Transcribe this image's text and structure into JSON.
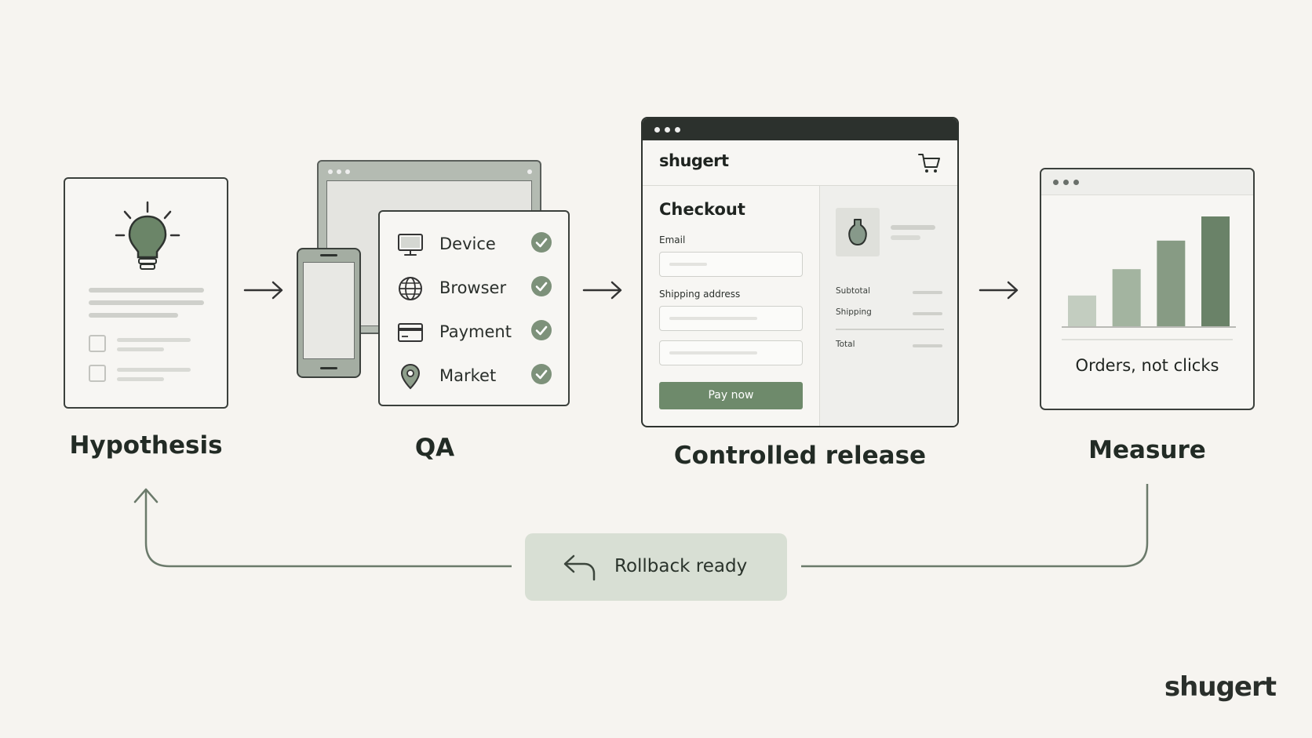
{
  "stages": {
    "hypothesis": {
      "label": "Hypothesis"
    },
    "qa": {
      "label": "QA",
      "checks": [
        {
          "label": "Device",
          "icon": "monitor-icon"
        },
        {
          "label": "Browser",
          "icon": "globe-icon"
        },
        {
          "label": "Payment",
          "icon": "credit-card-icon"
        },
        {
          "label": "Market",
          "icon": "map-pin-icon"
        }
      ]
    },
    "release": {
      "label": "Controlled release",
      "brand": "shugert",
      "checkout_title": "Checkout",
      "email_label": "Email",
      "shipping_label": "Shipping address",
      "pay_button": "Pay now",
      "summary": {
        "subtotal": "Subtotal",
        "shipping": "Shipping",
        "total": "Total"
      }
    },
    "measure": {
      "label": "Measure",
      "caption": "Orders, not clicks",
      "chart_data": {
        "type": "bar",
        "categories": [
          "",
          "",
          "",
          ""
        ],
        "values": [
          28,
          52,
          78,
          100
        ],
        "ylim": [
          0,
          100
        ]
      }
    }
  },
  "rollback": {
    "label": "Rollback ready",
    "icon": "undo-arrow-icon"
  },
  "footer": {
    "brand": "shugert"
  },
  "colors": {
    "accent": "#6b8568",
    "accent_light": "#aebfab",
    "pill_bg": "#d8dfd4",
    "dark": "#2c312d"
  }
}
